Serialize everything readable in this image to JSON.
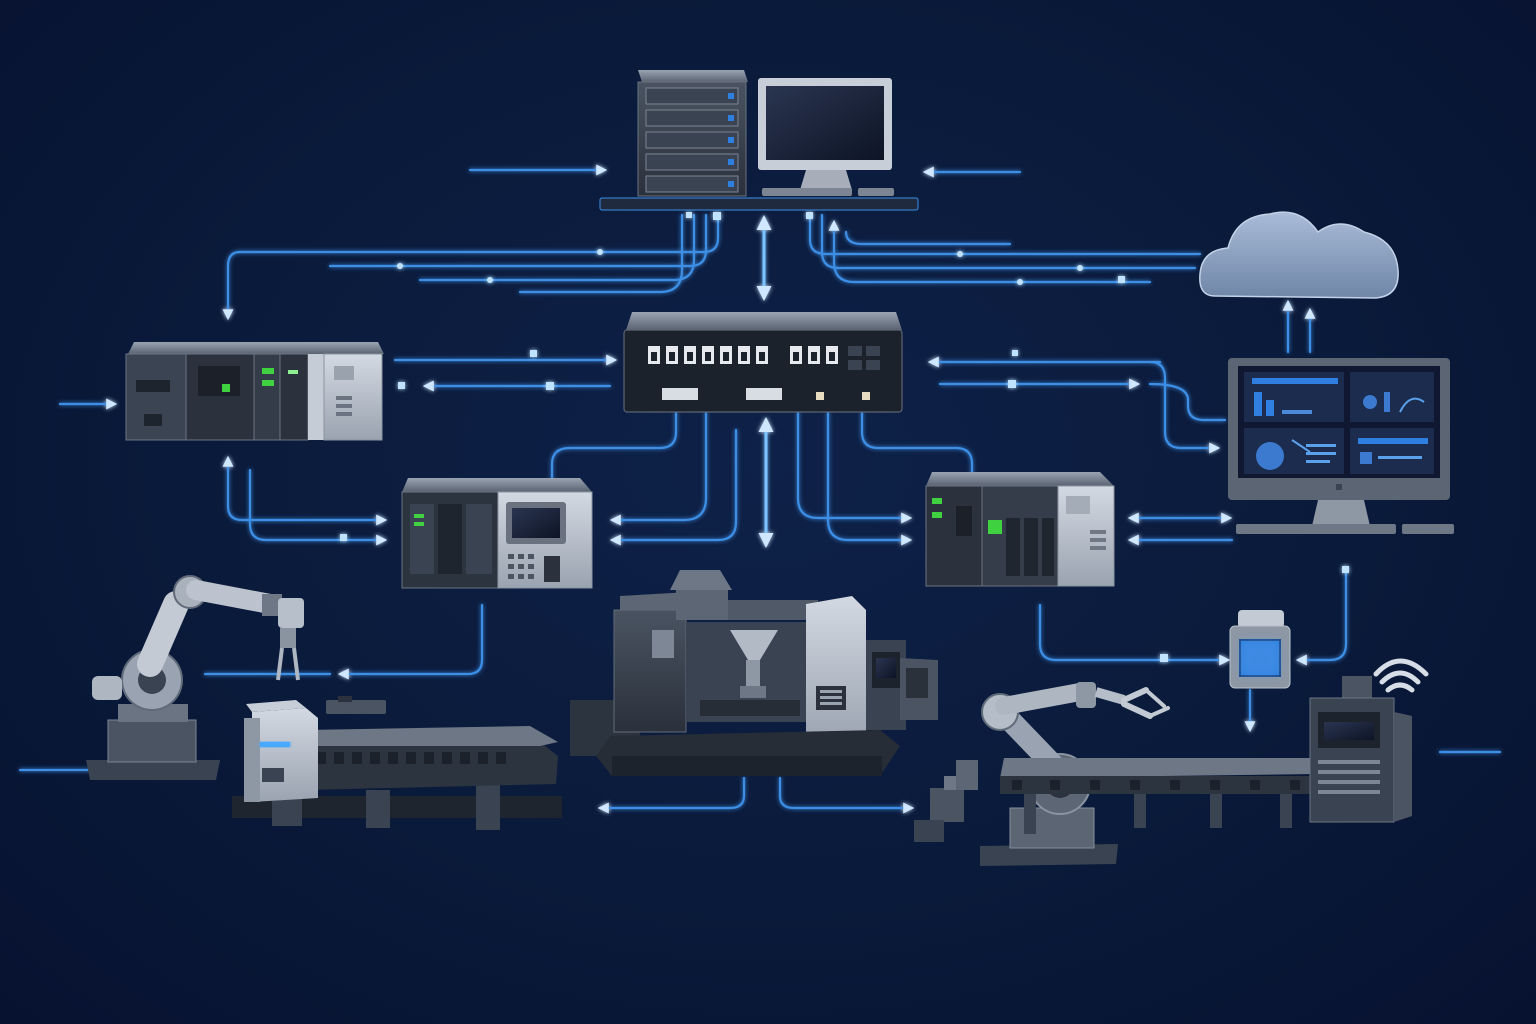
{
  "diagram": {
    "theme": {
      "background": "#0a1a3a",
      "flow": "#3d8fe6",
      "flow_glow": "#7cc4ff",
      "metal_dark": "#2c3440",
      "metal_mid": "#5d6675",
      "metal_light": "#b9c1cd",
      "cloud": "#8ea7c9",
      "status_green": "#3fd13f",
      "status_blue": "#2f7fe0"
    },
    "nodes": [
      {
        "id": "server-rack",
        "icon": "server-rack-icon"
      },
      {
        "id": "workstation",
        "icon": "desktop-monitor-icon"
      },
      {
        "id": "cloud",
        "icon": "cloud-icon"
      },
      {
        "id": "network-switch",
        "icon": "network-switch-icon"
      },
      {
        "id": "plc-rack-left",
        "icon": "plc-rack-icon"
      },
      {
        "id": "plc-mid-left",
        "icon": "plc-hmi-icon"
      },
      {
        "id": "plc-mid-right",
        "icon": "plc-rack-icon"
      },
      {
        "id": "dashboard-monitor",
        "icon": "dashboard-monitor-icon"
      },
      {
        "id": "robot-arm-left",
        "icon": "robot-arm-icon"
      },
      {
        "id": "conveyor-left",
        "icon": "conveyor-belt-icon"
      },
      {
        "id": "cnc-machine",
        "icon": "cnc-machine-icon"
      },
      {
        "id": "robot-arm-right",
        "icon": "robot-arm-icon"
      },
      {
        "id": "conveyor-right",
        "icon": "conveyor-belt-icon"
      },
      {
        "id": "sensor-unit",
        "icon": "sensor-icon"
      },
      {
        "id": "wireless-gateway",
        "icon": "wireless-gateway-icon"
      }
    ],
    "links": [
      {
        "from": "network-switch",
        "to": "server-rack",
        "direction": "both"
      },
      {
        "from": "network-switch",
        "to": "plc-rack-left",
        "direction": "both"
      },
      {
        "from": "network-switch",
        "to": "dashboard-monitor",
        "direction": "both"
      },
      {
        "from": "server-rack",
        "to": "plc-rack-left",
        "direction": "forward"
      },
      {
        "from": "workstation",
        "to": "cloud",
        "direction": "both"
      },
      {
        "from": "dashboard-monitor",
        "to": "cloud",
        "direction": "forward"
      },
      {
        "from": "network-switch",
        "to": "plc-mid-left",
        "direction": "forward"
      },
      {
        "from": "network-switch",
        "to": "plc-mid-right",
        "direction": "forward"
      },
      {
        "from": "network-switch",
        "to": "cnc-machine",
        "direction": "forward"
      },
      {
        "from": "plc-rack-left",
        "to": "plc-mid-left",
        "direction": "both"
      },
      {
        "from": "plc-mid-right",
        "to": "dashboard-monitor",
        "direction": "both"
      },
      {
        "from": "plc-mid-left",
        "to": "robot-arm-left",
        "direction": "forward"
      },
      {
        "from": "plc-mid-right",
        "to": "sensor-unit",
        "direction": "forward"
      },
      {
        "from": "dashboard-monitor",
        "to": "sensor-unit",
        "direction": "forward"
      },
      {
        "from": "sensor-unit",
        "to": "conveyor-right",
        "direction": "forward"
      },
      {
        "from": "cnc-machine",
        "to": "conveyor-left",
        "direction": "forward"
      },
      {
        "from": "cnc-machine",
        "to": "robot-arm-right",
        "direction": "forward"
      }
    ]
  }
}
